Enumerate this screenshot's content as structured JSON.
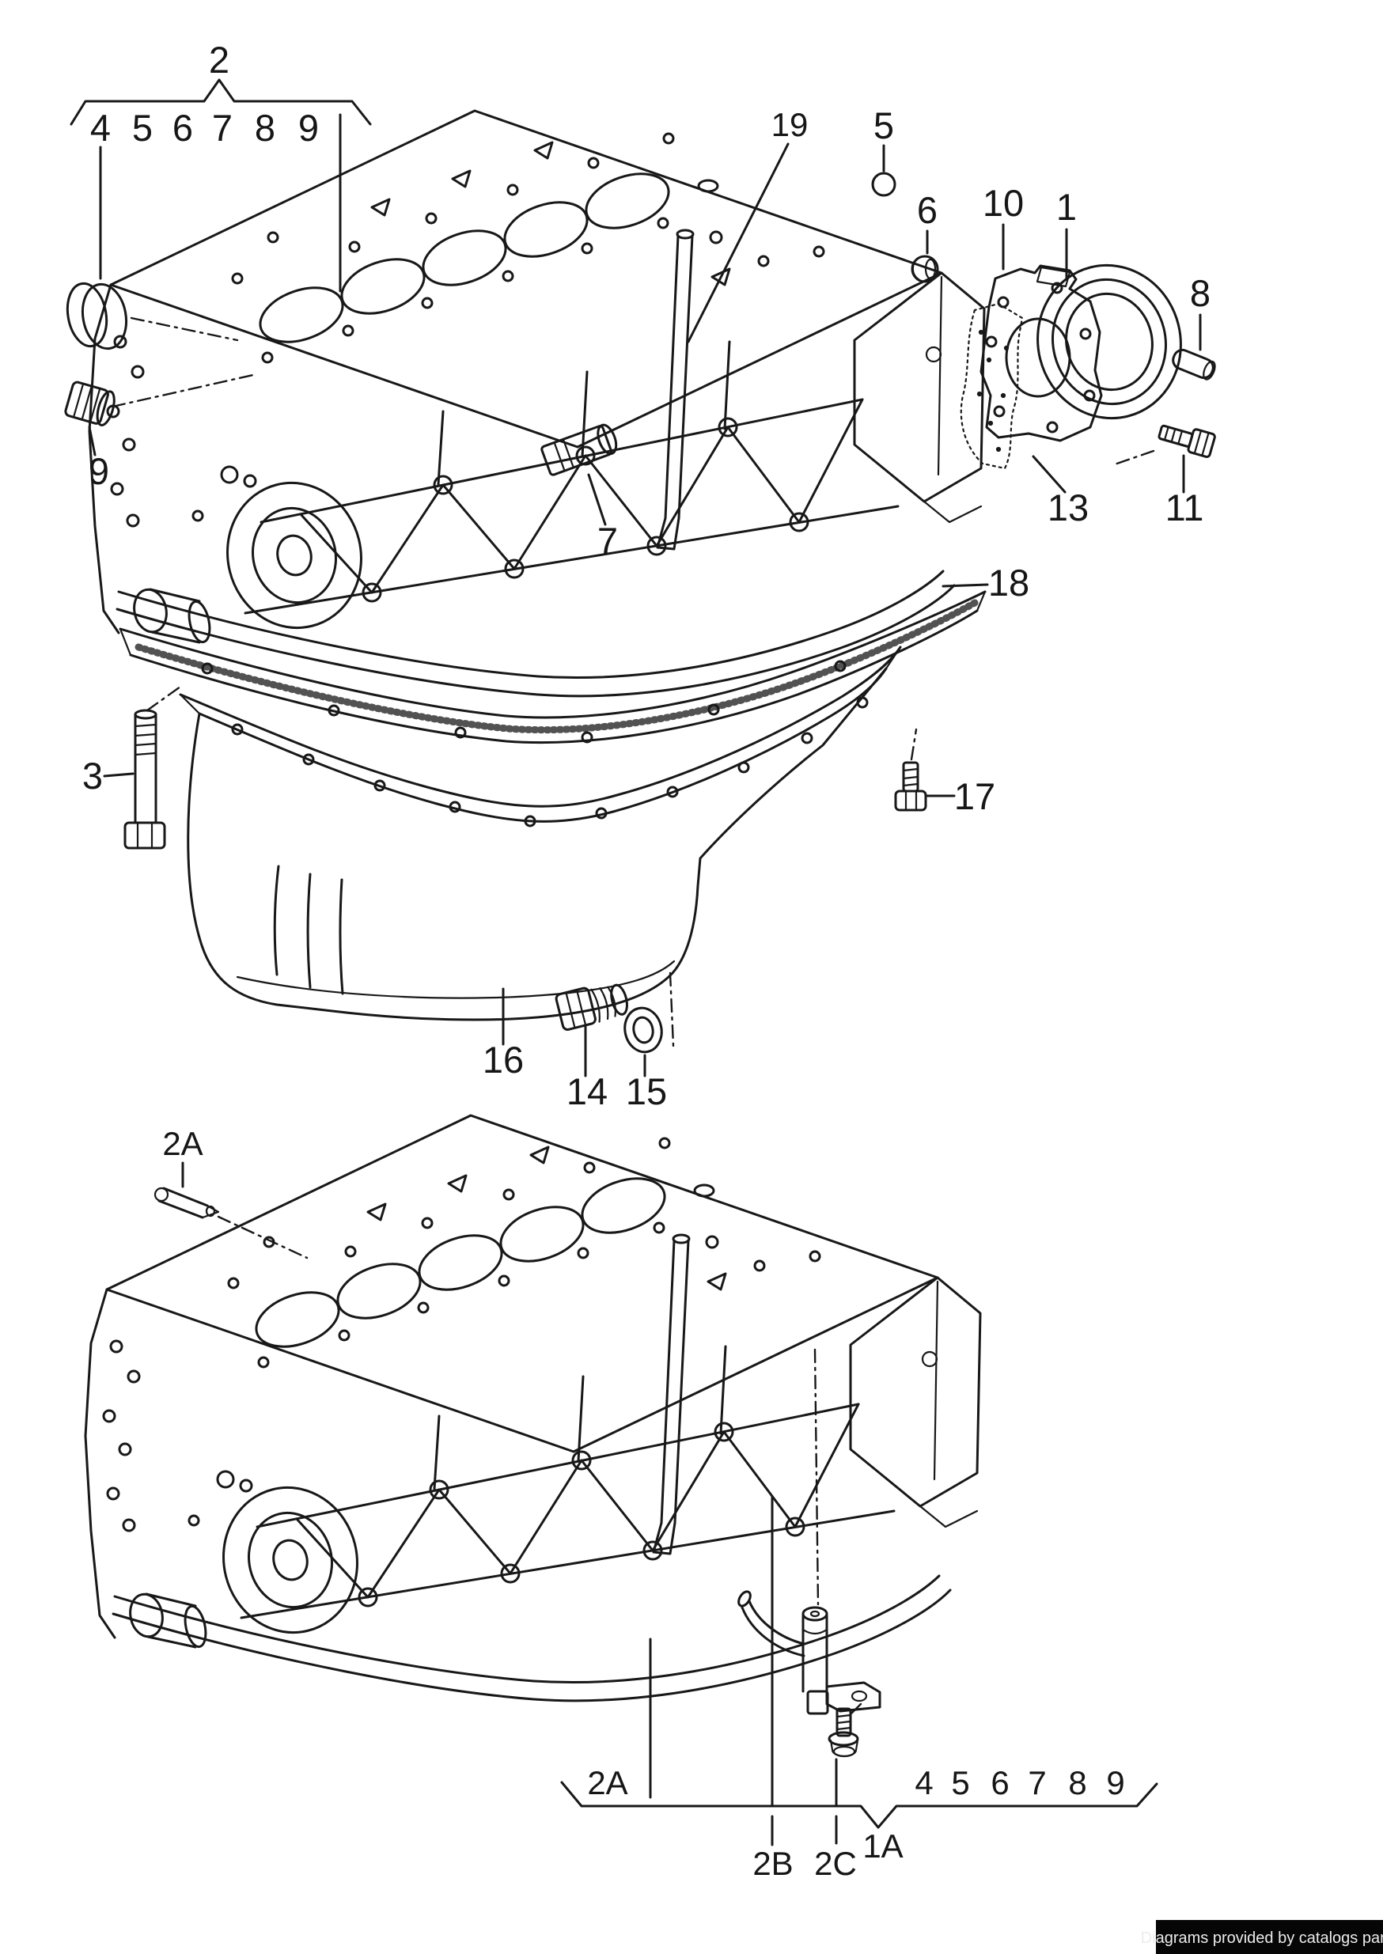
{
  "badge": {
    "label": "Diagrams provided by catalogs parts"
  },
  "top_diagram": {
    "assembly_callout": "2",
    "assembly_group": [
      "4",
      "5",
      "6",
      "7",
      "8",
      "9"
    ],
    "callouts": {
      "c1": "1",
      "c3": "3",
      "c4": "4",
      "c5": "5",
      "c6": "6",
      "c7": "7",
      "c8": "8",
      "c9": "9",
      "c10": "10",
      "c11": "11",
      "c13": "13",
      "c14": "14",
      "c15": "15",
      "c16": "16",
      "c17": "17",
      "c18": "18",
      "c19": "19"
    }
  },
  "bottom_diagram": {
    "assembly_callout": "1A",
    "assembly_group": [
      "4",
      "5",
      "6",
      "7",
      "8",
      "9"
    ],
    "callouts": {
      "jet": "2A",
      "group": "2A",
      "pipe": "2B",
      "bolt": "2C"
    }
  },
  "colors": {
    "ink": "#181818",
    "paper": "#ffffff",
    "badge_bg": "#060606",
    "badge_fg": "#ececec"
  }
}
